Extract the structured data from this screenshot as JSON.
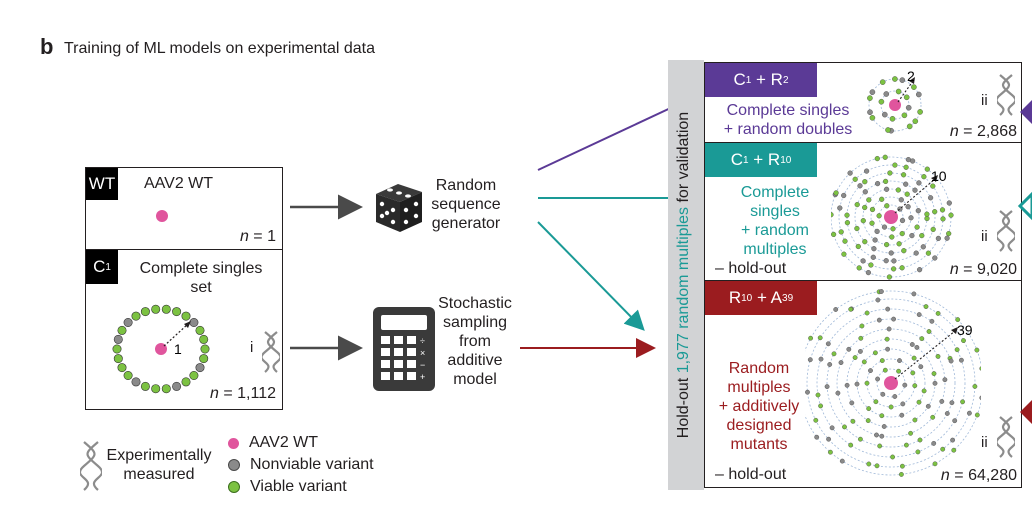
{
  "header": {
    "letter": "b",
    "title": "Training of ML models on experimental data"
  },
  "wt_box": {
    "tag": "WT",
    "label": "AAV2 WT",
    "n_prefix": "n",
    "n_value": " = 1"
  },
  "c1_box": {
    "tag": "C",
    "tag_sub": "1",
    "label_line1": "Complete singles",
    "label_line2": "set",
    "ring_label": "1",
    "roman": "i",
    "n_prefix": "n",
    "n_value": " = 1,112"
  },
  "generators": {
    "random": {
      "line1": "Random",
      "line2": "sequence",
      "line3": "generator"
    },
    "stochastic": {
      "line1": "Stochastic",
      "line2": "sampling",
      "line3": "from",
      "line4": "additive",
      "line5": "model"
    }
  },
  "holdout": {
    "prefix": "Hold-out",
    "middle": "1,977 random multiples",
    "suffix": "for validation"
  },
  "datasets": [
    {
      "tag": "C",
      "tag_sub": "1",
      "tag_rest": " + R",
      "tag_sub2": "2",
      "color": "#5b3a96",
      "line1": "Complete singles",
      "line2": "+ random doubles",
      "ring_label": "2",
      "roman": "ii",
      "n_prefix": "n",
      "n_value": " = 2,868"
    },
    {
      "tag": "C",
      "tag_sub": "1",
      "tag_rest": " + R",
      "tag_sub2": "10",
      "color": "#1a9a96",
      "line1": "Complete",
      "line2": "singles",
      "line3": "+ random",
      "line4": "multiples",
      "holdout_note": "– hold-out",
      "ring_label": "10",
      "roman": "ii",
      "n_prefix": "n",
      "n_value": " = 9,020"
    },
    {
      "tag": "R",
      "tag_sub": "10",
      "tag_rest": " + A",
      "tag_sub2": "39",
      "color": "#9b1c1f",
      "line1": "Random",
      "line2": "multiples",
      "line3": "+ additively",
      "line4": "designed",
      "line5": "mutants",
      "holdout_note": "– hold-out",
      "ring_label": "39",
      "roman": "ii",
      "n_prefix": "n",
      "n_value": " = 64,280"
    }
  ],
  "legend": {
    "measured_line1": "Experimentally",
    "measured_line2": "measured",
    "items": [
      {
        "label": "AAV2 WT",
        "color": "#e0559d"
      },
      {
        "label": "Nonviable variant",
        "color": "#8a8a8a"
      },
      {
        "label": "Viable variant",
        "color": "#7cc242"
      }
    ]
  },
  "colors": {
    "wt_pink": "#e0559d",
    "viable_green": "#7cc242",
    "nonviable_gray": "#8a8a8a",
    "arrow_gray": "#4a4a4a",
    "purple": "#5b3a96",
    "teal": "#1a9a96",
    "red": "#9b1c1f",
    "holdout_bar": "#d2d3d5"
  }
}
